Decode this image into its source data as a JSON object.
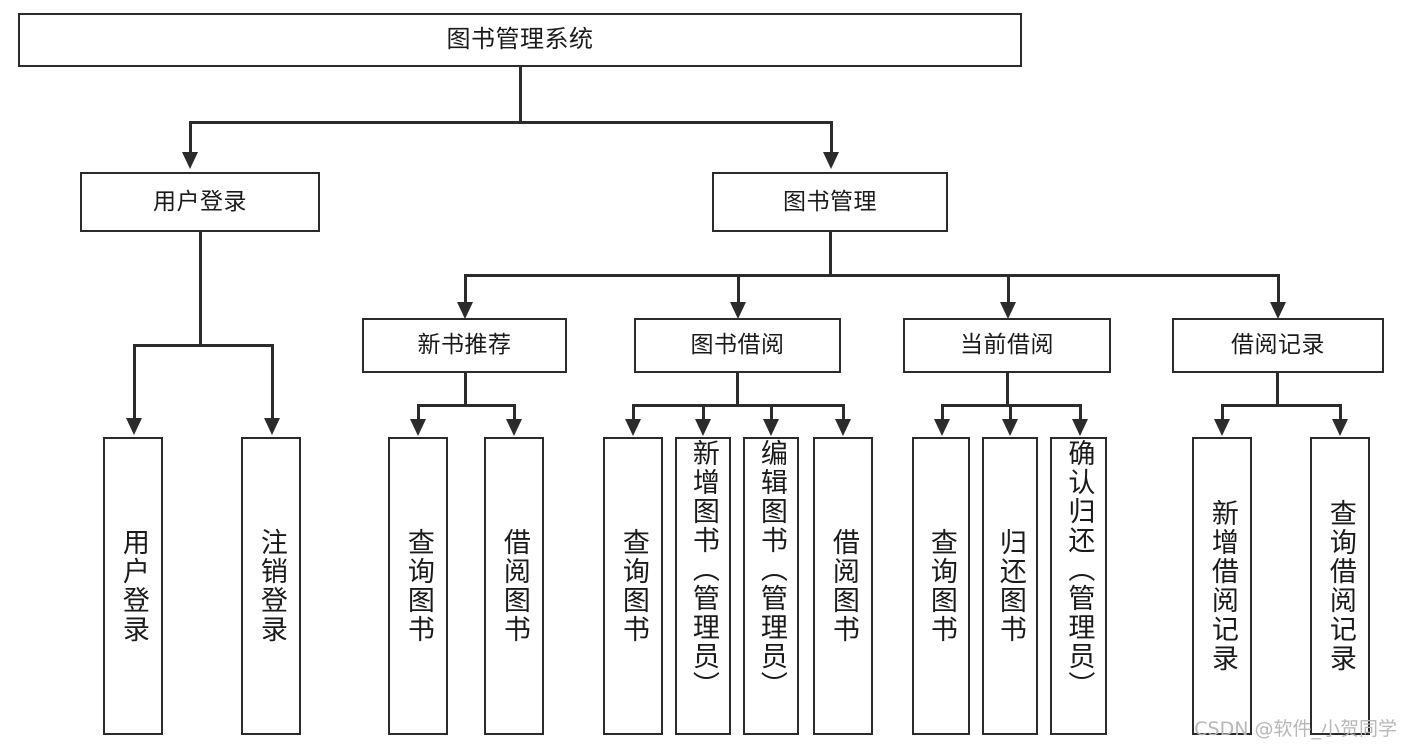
{
  "diagram": {
    "title": "图书管理系统",
    "type": "hierarchy-tree",
    "watermark": "CSDN @软件_小贺同学",
    "colors": {
      "stroke": "#2b2b2b",
      "fill": "#ffffff",
      "text": "#1a1a1a",
      "watermark": "#b8b8b8"
    },
    "nodes": {
      "root": {
        "label": "图书管理系统"
      },
      "level2": [
        {
          "id": "user-login",
          "label": "用户登录"
        },
        {
          "id": "book-management",
          "label": "图书管理"
        }
      ],
      "level3": [
        {
          "id": "new-book-recommend",
          "label": "新书推荐"
        },
        {
          "id": "book-borrow",
          "label": "图书借阅"
        },
        {
          "id": "current-borrow",
          "label": "当前借阅"
        },
        {
          "id": "borrow-record",
          "label": "借阅记录"
        }
      ],
      "leaves": {
        "user_login": [
          {
            "id": "leaf-user-login",
            "label": "用户登录"
          },
          {
            "id": "leaf-logout-login",
            "label": "注销登录"
          }
        ],
        "new_book_recommend": [
          {
            "id": "leaf-query-book-1",
            "label": "查询图书"
          },
          {
            "id": "leaf-borrow-book-1",
            "label": "借阅图书"
          }
        ],
        "book_borrow": [
          {
            "id": "leaf-query-book-2",
            "label": "查询图书"
          },
          {
            "id": "leaf-add-book",
            "label": "新增图书（管理员）"
          },
          {
            "id": "leaf-edit-book",
            "label": "编辑图书（管理员）"
          },
          {
            "id": "leaf-borrow-book-2",
            "label": "借阅图书"
          }
        ],
        "current_borrow": [
          {
            "id": "leaf-query-book-3",
            "label": "查询图书"
          },
          {
            "id": "leaf-return-book",
            "label": "归还图书"
          },
          {
            "id": "leaf-confirm-return",
            "label": "确认归还（管理员）"
          }
        ],
        "borrow_record": [
          {
            "id": "leaf-add-record",
            "label": "新增借阅记录"
          },
          {
            "id": "leaf-query-record",
            "label": "查询借阅记录"
          }
        ]
      }
    }
  }
}
